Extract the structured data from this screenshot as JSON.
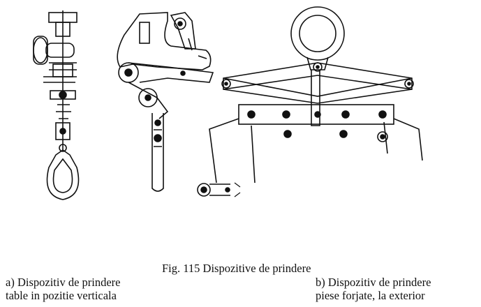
{
  "figure": {
    "title": "Fig. 115  Dispozitive de prindere",
    "caption_a_line1": "a) Dispozitiv de prindere",
    "caption_a_line2": "table in pozitie verticala",
    "caption_b_line1": "b) Dispozitiv de prindere",
    "caption_b_line2": "piese forjate, la exterior"
  }
}
